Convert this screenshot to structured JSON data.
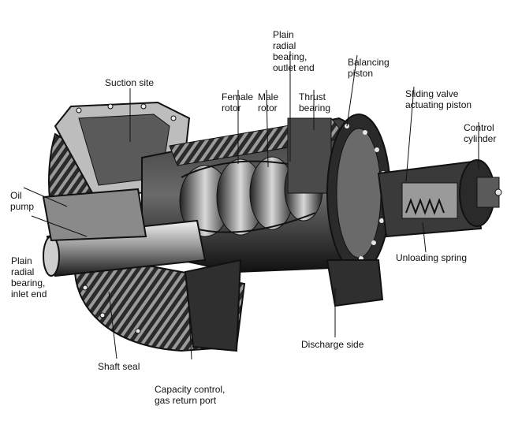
{
  "labels": {
    "suction_site": "Suction site",
    "oil_pump": [
      "Oil",
      "pump"
    ],
    "plain_radial_inlet": [
      "Plain",
      "radial",
      "bearing,",
      "inlet end"
    ],
    "female_rotor": [
      "Female",
      "rotor"
    ],
    "male_rotor": [
      "Male",
      "rotor"
    ],
    "plain_radial_outlet": [
      "Plain",
      "radial",
      "bearing,",
      "outlet end"
    ],
    "thrust_bearing": [
      "Thrust",
      "bearing"
    ],
    "balancing_piston": [
      "Balancing",
      "piston"
    ],
    "sliding_valve": [
      "Sliding valve",
      "actuating piston"
    ],
    "control_cylinder": [
      "Control",
      "cylinder"
    ],
    "unloading_spring": "Unloading spring",
    "discharge_side": "Discharge side",
    "shaft_seal": "Shaft seal",
    "capacity_control": [
      "Capacity control,",
      "gas return port"
    ]
  },
  "colors": {
    "ink": "#111111",
    "metal_dark": "#1c1c1c",
    "metal_mid": "#6a6a6a",
    "metal_light": "#d8d8d8"
  }
}
